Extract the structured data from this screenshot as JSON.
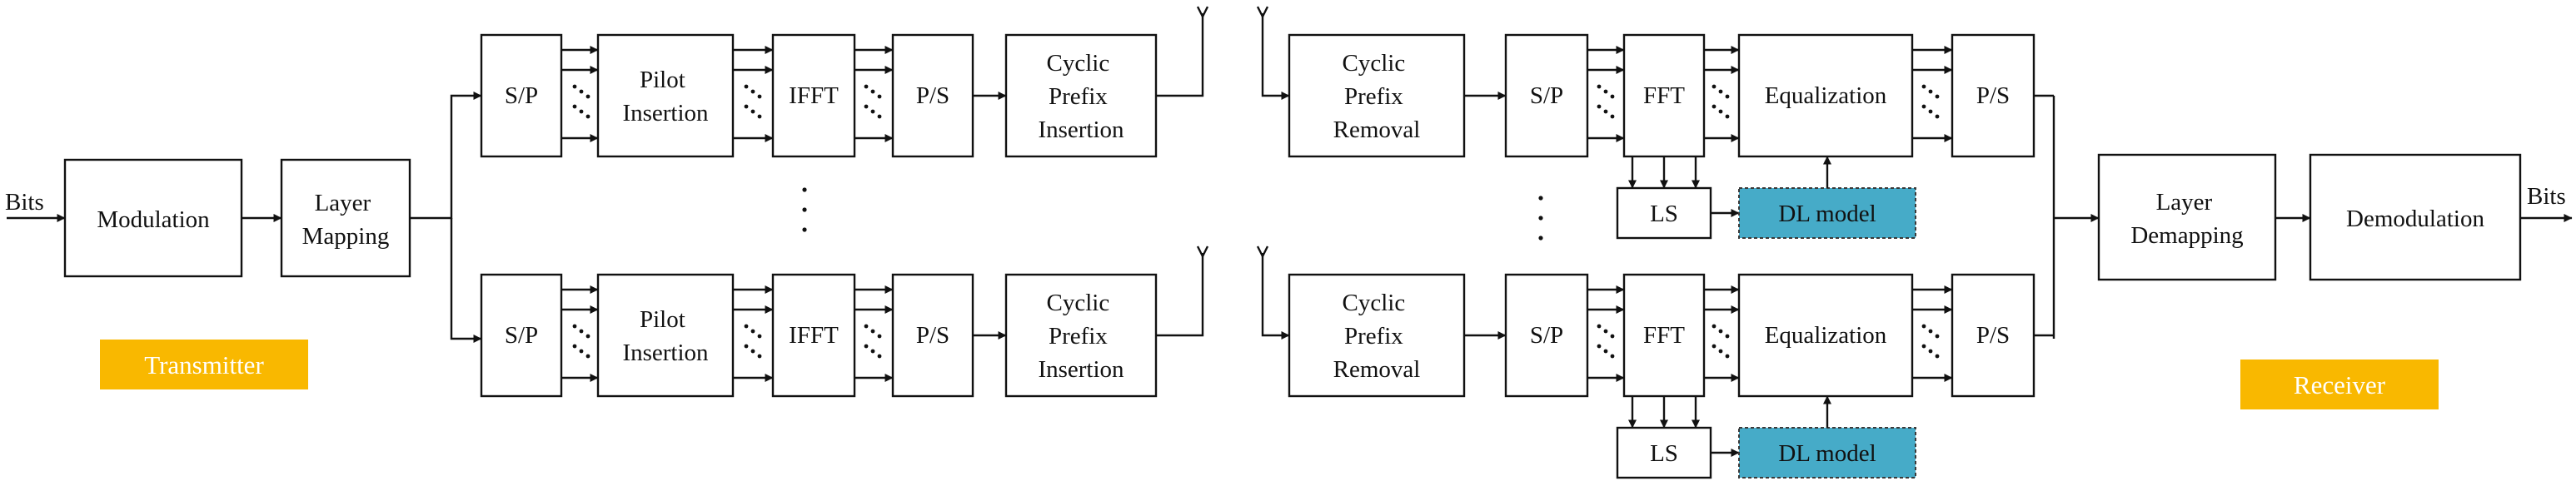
{
  "io": {
    "input": "Bits",
    "output": "Bits"
  },
  "transmitter": {
    "label": "Transmitter",
    "modulation": "Modulation",
    "layer_mapping": [
      "Layer",
      "Mapping"
    ],
    "chain": {
      "sp": "S/P",
      "pilot": [
        "Pilot",
        "Insertion"
      ],
      "ifft": "IFFT",
      "ps": "P/S",
      "cp": [
        "Cyclic",
        "Prefix",
        "Insertion"
      ]
    }
  },
  "receiver": {
    "label": "Receiver",
    "chain": {
      "cpr": [
        "Cyclic",
        "Prefix",
        "Removal"
      ],
      "sp": "S/P",
      "fft": "FFT",
      "eq": "Equalization",
      "ps": "P/S",
      "ls": "LS",
      "dl": "DL model"
    },
    "layer_demapping": [
      "Layer",
      "Demapping"
    ],
    "demodulation": "Demodulation"
  },
  "colors": {
    "tag_fill": "#f9b800",
    "dl_fill": "#46abc8",
    "stroke": "#111111"
  }
}
